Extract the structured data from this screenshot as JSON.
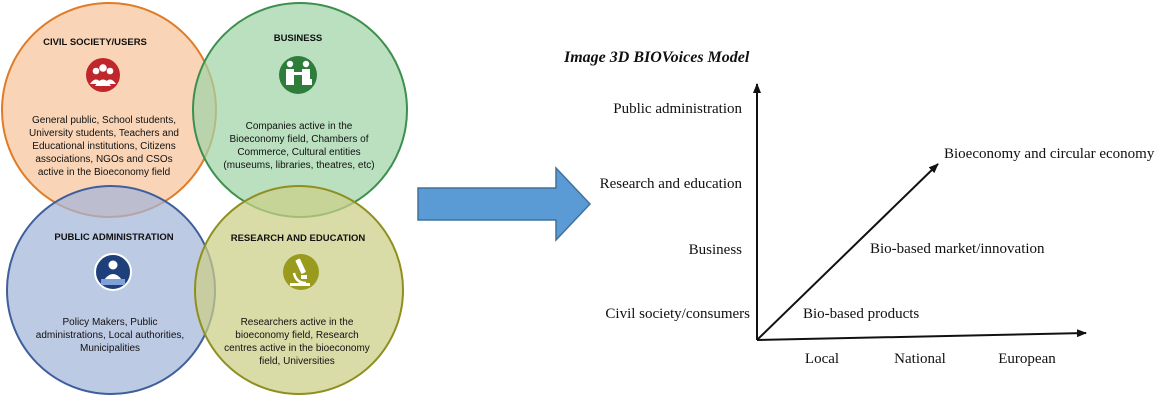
{
  "stakeholders": [
    {
      "title": "CIVIL SOCIETY/USERS",
      "icon": "users-group-icon",
      "fill": "#f7c39a",
      "stroke": "#e07b28",
      "icon_color": "#c0272d",
      "lines": [
        "General public, School students,",
        "University students, Teachers and",
        "Educational institutions, Citizens",
        "associations, NGOs and CSOs",
        "active in the Bioeconomy field"
      ]
    },
    {
      "title": "BUSINESS",
      "icon": "handshake-icon",
      "fill": "#9fd4a8",
      "stroke": "#3d8f4d",
      "icon_color": "#2f7d3a",
      "lines": [
        "Companies active in the",
        "Bioeconomy field, Chambers of",
        "Commerce, Cultural entities",
        "(museums, libraries, theatres, etc)"
      ]
    },
    {
      "title": "PUBLIC ADMINISTRATION",
      "icon": "official-podium-icon",
      "fill": "#a3b5d9",
      "stroke": "#3e5f9c",
      "icon_color": "#1f3f7a",
      "lines": [
        "Policy Makers, Public",
        "administrations, Local authorities,",
        "Municipalities"
      ]
    },
    {
      "title": "RESEARCH AND EDUCATION",
      "icon": "microscope-icon",
      "fill": "#cccf86",
      "stroke": "#8f8f20",
      "icon_color": "#9a9a1e",
      "lines": [
        "Researchers active in the",
        "bioeconomy field, Research",
        "centres active in the bioeconomy",
        "field, Universities"
      ]
    }
  ],
  "arrow": {
    "icon": "right-arrow-icon",
    "fill": "#5b9bd5",
    "stroke": "#41719c"
  },
  "model": {
    "title": "Image 3D BIOVoices Model",
    "y_labels": [
      "Public administration",
      "Research and education",
      "Business",
      "Civil society/consumers"
    ],
    "x_labels": [
      "Local",
      "National",
      "European"
    ],
    "diagonal_labels": [
      "Bioeconomy and circular economy",
      "Bio-based market/innovation",
      "Bio-based products"
    ]
  }
}
